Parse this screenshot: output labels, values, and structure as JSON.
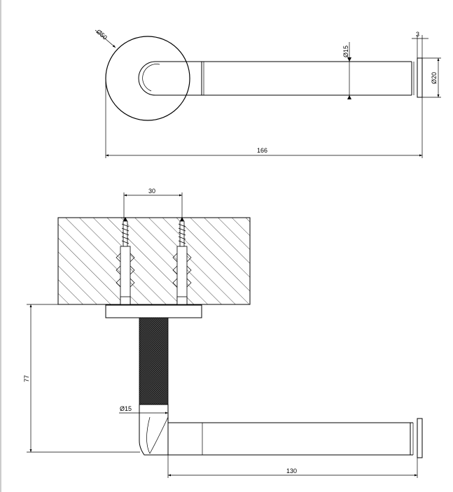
{
  "drawing": {
    "top_view": {
      "dim_rosette": "Ø50",
      "dim_rod": "Ø15",
      "dim_cap": "Ø20",
      "dim_cap_thickness": "3",
      "dim_total_length": "166"
    },
    "side_view": {
      "dim_screw_spacing": "30",
      "dim_height": "77",
      "dim_rod": "Ø15",
      "dim_projection": "130"
    }
  }
}
